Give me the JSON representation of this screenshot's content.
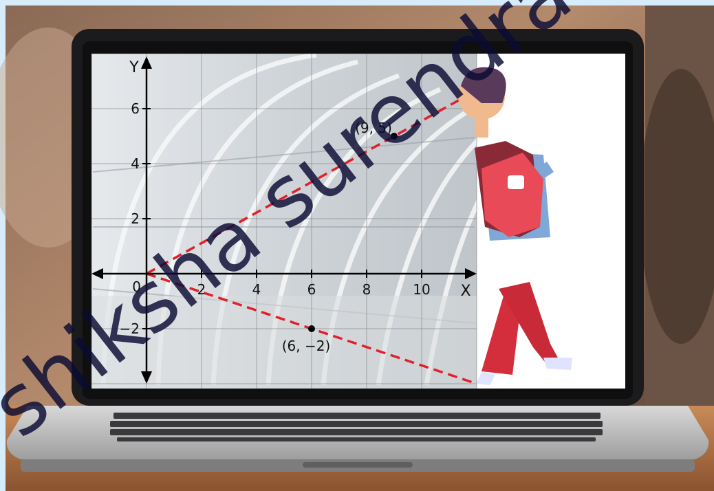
{
  "diagram": {
    "axes": {
      "x_label": "X",
      "y_label": "Y",
      "origin_label": "0",
      "x_ticks": [
        2,
        4,
        6,
        8,
        10
      ],
      "y_ticks": [
        -2,
        2,
        4,
        6
      ],
      "x_tick_labels": [
        "2",
        "4",
        "6",
        "8",
        "10"
      ],
      "y_tick_labels": [
        "−2",
        "2",
        "4",
        "6"
      ]
    },
    "points": [
      {
        "x": 9,
        "y": 5,
        "label": "(9, 5)"
      },
      {
        "x": 6,
        "y": -2,
        "label": "(6, −2)"
      }
    ],
    "sight_lines": [
      {
        "from": [
          0,
          0
        ],
        "through": [
          9,
          5
        ]
      },
      {
        "from": [
          0,
          0
        ],
        "through": [
          6,
          -2
        ]
      }
    ],
    "colors": {
      "sight_line": "#e0202a",
      "axes": "#000000",
      "grid": "#8a8a8a",
      "background_frame": "#d6ecfb"
    },
    "illustration": {
      "scene": "laptop-screen",
      "character": "boy-with-red-backpack-walking"
    }
  },
  "watermark": "shiksha surendra"
}
